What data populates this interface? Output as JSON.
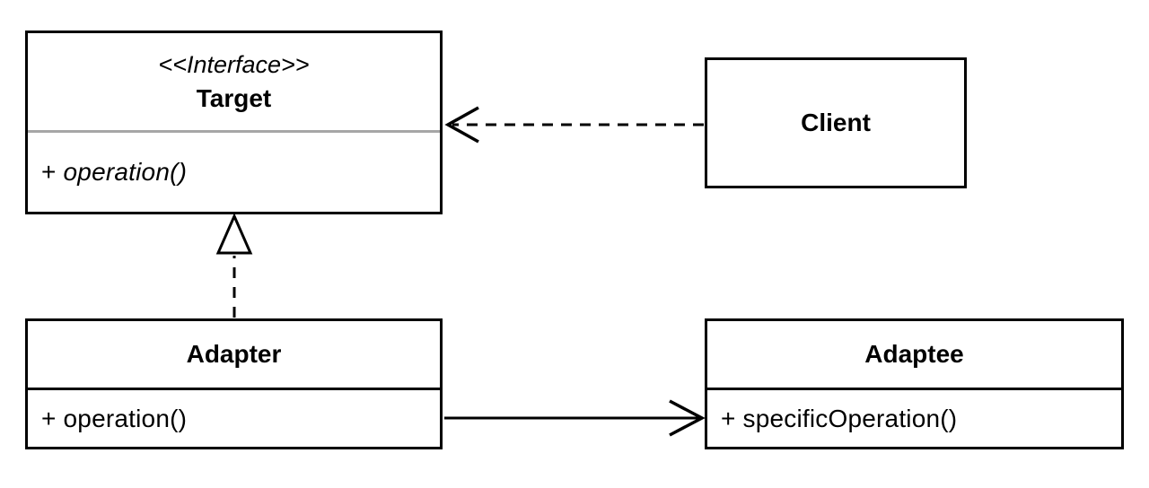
{
  "diagram": {
    "type": "uml-class-diagram",
    "pattern": "Adapter",
    "background": "#ffffff",
    "colors": {
      "line": "#000000",
      "target_divider": "#a6a6a6",
      "box_fill": "#ffffff"
    },
    "nodes": {
      "target": {
        "stereotype": "<<Interface>>",
        "name": "Target",
        "method_prefix": "+ ",
        "method_name_italic": "operation()"
      },
      "client": {
        "name": "Client"
      },
      "adapter": {
        "name": "Adapter",
        "method": "+ operation()"
      },
      "adaptee": {
        "name": "Adaptee",
        "method": "+ specificOperation()"
      }
    },
    "edges": [
      {
        "from": "Client",
        "to": "Target",
        "type": "dependency",
        "line": "dashed",
        "arrowhead": "open"
      },
      {
        "from": "Adapter",
        "to": "Target",
        "type": "realization",
        "line": "dashed",
        "arrowhead": "hollow-triangle"
      },
      {
        "from": "Adapter",
        "to": "Adaptee",
        "type": "association",
        "line": "solid",
        "arrowhead": "open"
      }
    ]
  }
}
